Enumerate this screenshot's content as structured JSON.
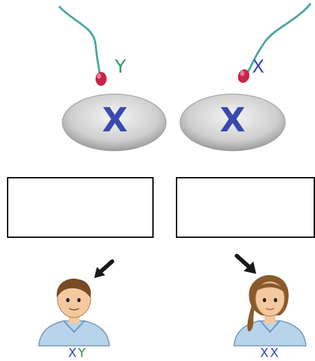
{
  "colors": {
    "x_chromosome": "#3a4ab0",
    "y_chromosome": "#2e9a52",
    "sperm_tail": "#4aa8a0",
    "sperm_head": "#c8244a",
    "egg_fill": "#d8d8d8",
    "box_border": "#111111",
    "arrow": "#1a1a1a",
    "shirt": "#b8d4ea",
    "skin": "#f4c9a0",
    "hair_boy": "#7a4a22",
    "hair_girl": "#8a5a2c"
  },
  "left": {
    "sperm_label": "Y",
    "egg_label": "X",
    "answer_box": "",
    "person": "boy-icon",
    "pair": {
      "first": "X",
      "second": "Y"
    }
  },
  "right": {
    "sperm_label": "X",
    "egg_label": "X",
    "answer_box": "",
    "person": "girl-icon",
    "pair": {
      "first": "X",
      "second": "X"
    }
  }
}
